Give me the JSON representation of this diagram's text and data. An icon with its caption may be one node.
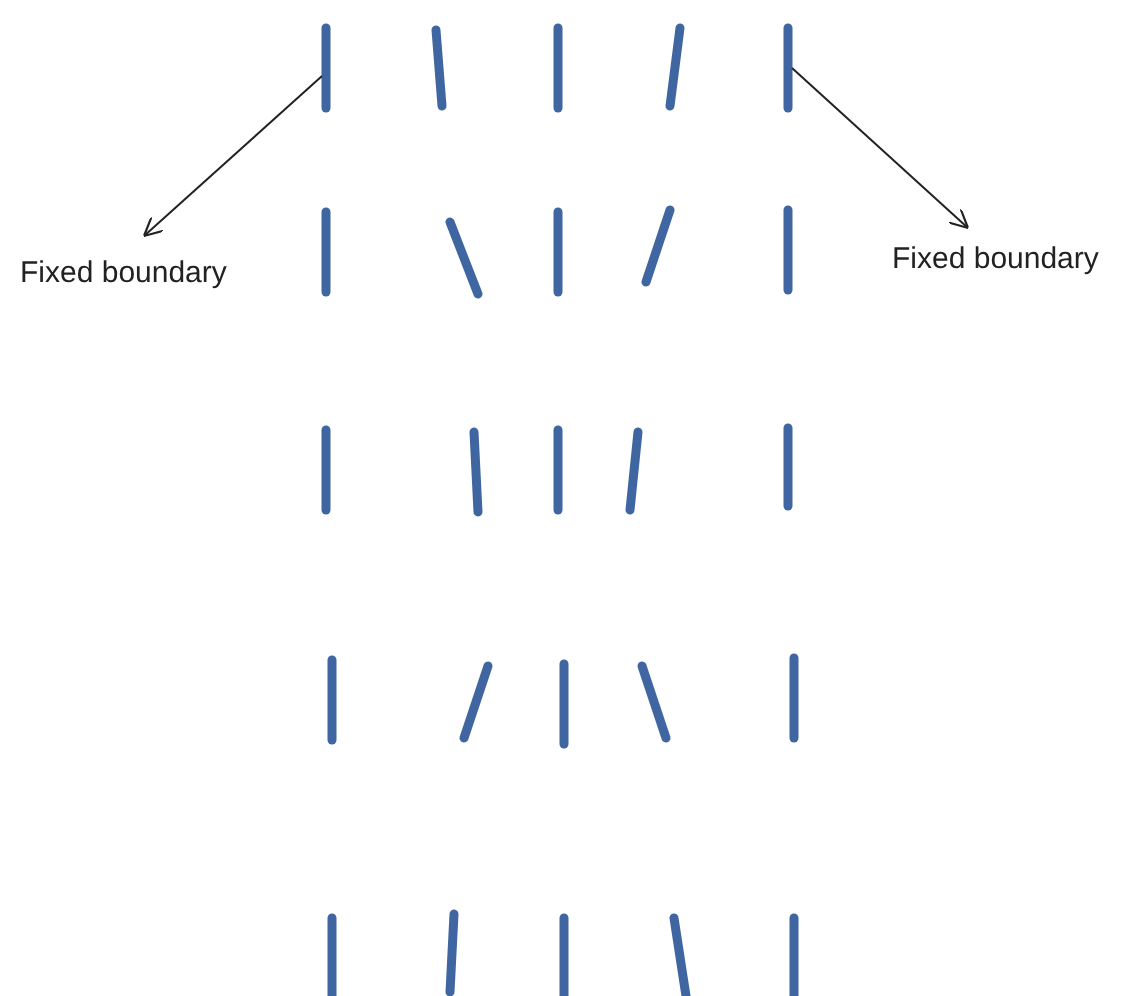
{
  "diagram": {
    "nodes": [
      {
        "text": [
          "Fixed boundary"
        ]
      },
      {
        "text": [
          "Fixed boundary"
        ]
      },
      {
        "text": [],
        "shape": "bar"
      },
      {
        "text": [],
        "shape": "bar"
      }
    ],
    "edges": [
      {
        "from": 2,
        "to": 0,
        "arrow": "to"
      },
      {
        "from": 3,
        "to": 1,
        "arrow": "to"
      }
    ]
  }
}
